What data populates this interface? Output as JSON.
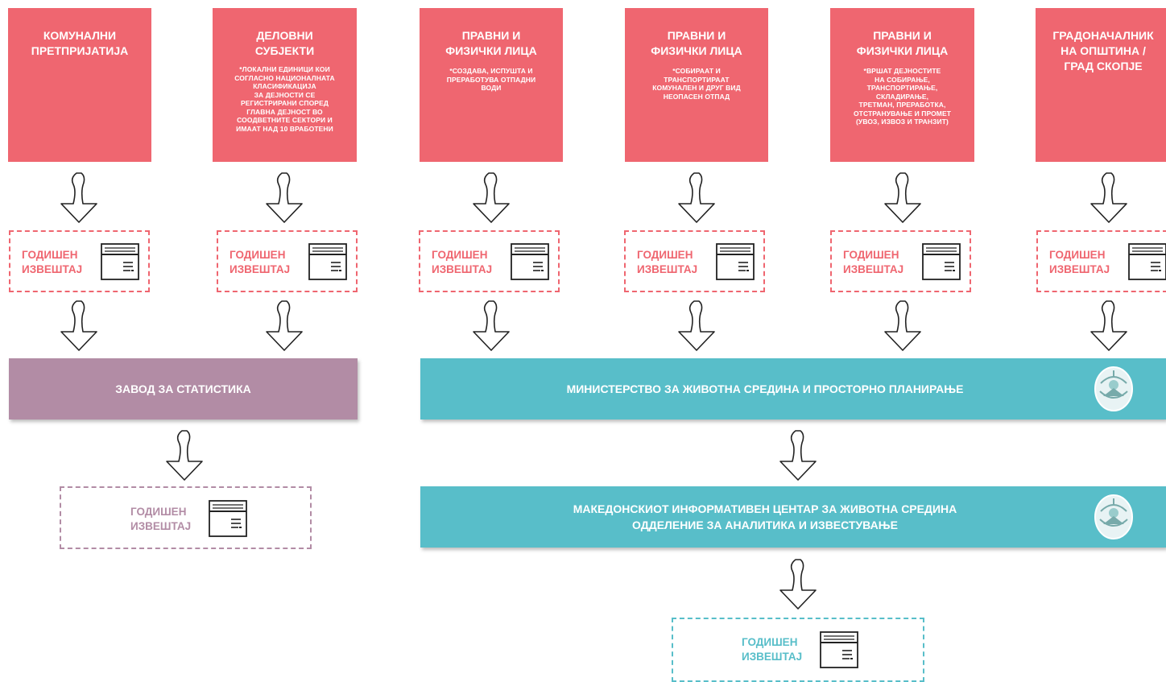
{
  "colors": {
    "source_red": "#ef6670",
    "statistics_purple": "#b28ca5",
    "ministry_teal": "#58bec9",
    "report_red": "#ef6670",
    "report_purple": "#b28ca5",
    "report_teal": "#58bec9"
  },
  "sources": [
    {
      "title": "КОМУНАЛНИ\nПРЕТПРИЈАТИЈА",
      "note": ""
    },
    {
      "title": "ДЕЛОВНИ\nСУБЈЕКТИ",
      "note": "*ЛОКАЛНИ ЕДИНИЦИ КОИ\nСОГЛАСНО НАЦИОНАЛНАТА\nКЛАСИФИКАЦИЈА\nЗА ДЕЈНОСТИ СЕ\nРЕГИСТРИРАНИ СПОРЕД\nГЛАВНА ДЕЈНОСТ ВО\nСООДВЕТНИТЕ СЕКТОРИ И\nИМААТ НАД 10 ВРАБОТЕНИ"
    },
    {
      "title": "ПРАВНИ И\nФИЗИЧКИ ЛИЦА",
      "note": "*СОЗДАВА, ИСПУШТА И\nПРЕРАБОТУВА ОТПАДНИ\nВОДИ"
    },
    {
      "title": "ПРАВНИ И\nФИЗИЧКИ ЛИЦА",
      "note": "*СОБИРААТ И\nТРАНСПОРТИРААТ\nКОМУНАЛЕН И ДРУГ ВИД\nНЕОПАСЕН ОТПАД"
    },
    {
      "title": "ПРАВНИ И\nФИЗИЧКИ ЛИЦА",
      "note": "*ВРШАТ ДЕЈНОСТИТЕ\nНА СОБИРАЊЕ,\nТРАНСПОРТИРАЊЕ,\nСКЛАДИРАЊЕ,\nТРЕТМАН, ПРЕРАБОТКА,\nОТСТРАНУВАЊЕ И ПРОМЕТ\n(УВОЗ, ИЗВОЗ И ТРАНЗИТ)"
    },
    {
      "title": "ГРАДОНАЧАЛНИК\nНА ОПШТИНА /\nГРАД СКОПЈЕ",
      "note": ""
    }
  ],
  "report_label": "ГОДИШЕН\nИЗВЕШТАЈ",
  "document_icon": "document-window-icon",
  "arrow_icon": "hollow-down-arrow-icon",
  "statistics_office": "ЗАВОД ЗА СТАТИСТИКА",
  "ministry": "МИНИСТЕРСТВО ЗА ЖИВОТНА СРЕДИНА И ПРОСТОРНО ПЛАНИРАЊЕ",
  "info_center": "МАКЕДОНСКИОТ ИНФОРМАТИВЕН ЦЕНТАР ЗА ЖИВОТНА СРЕДИНА\nОДДЕЛЕНИЕ ЗА АНАЛИТИКА И ИЗВЕСТУВАЊЕ",
  "emblem_icon": "state-coat-of-arms-icon"
}
